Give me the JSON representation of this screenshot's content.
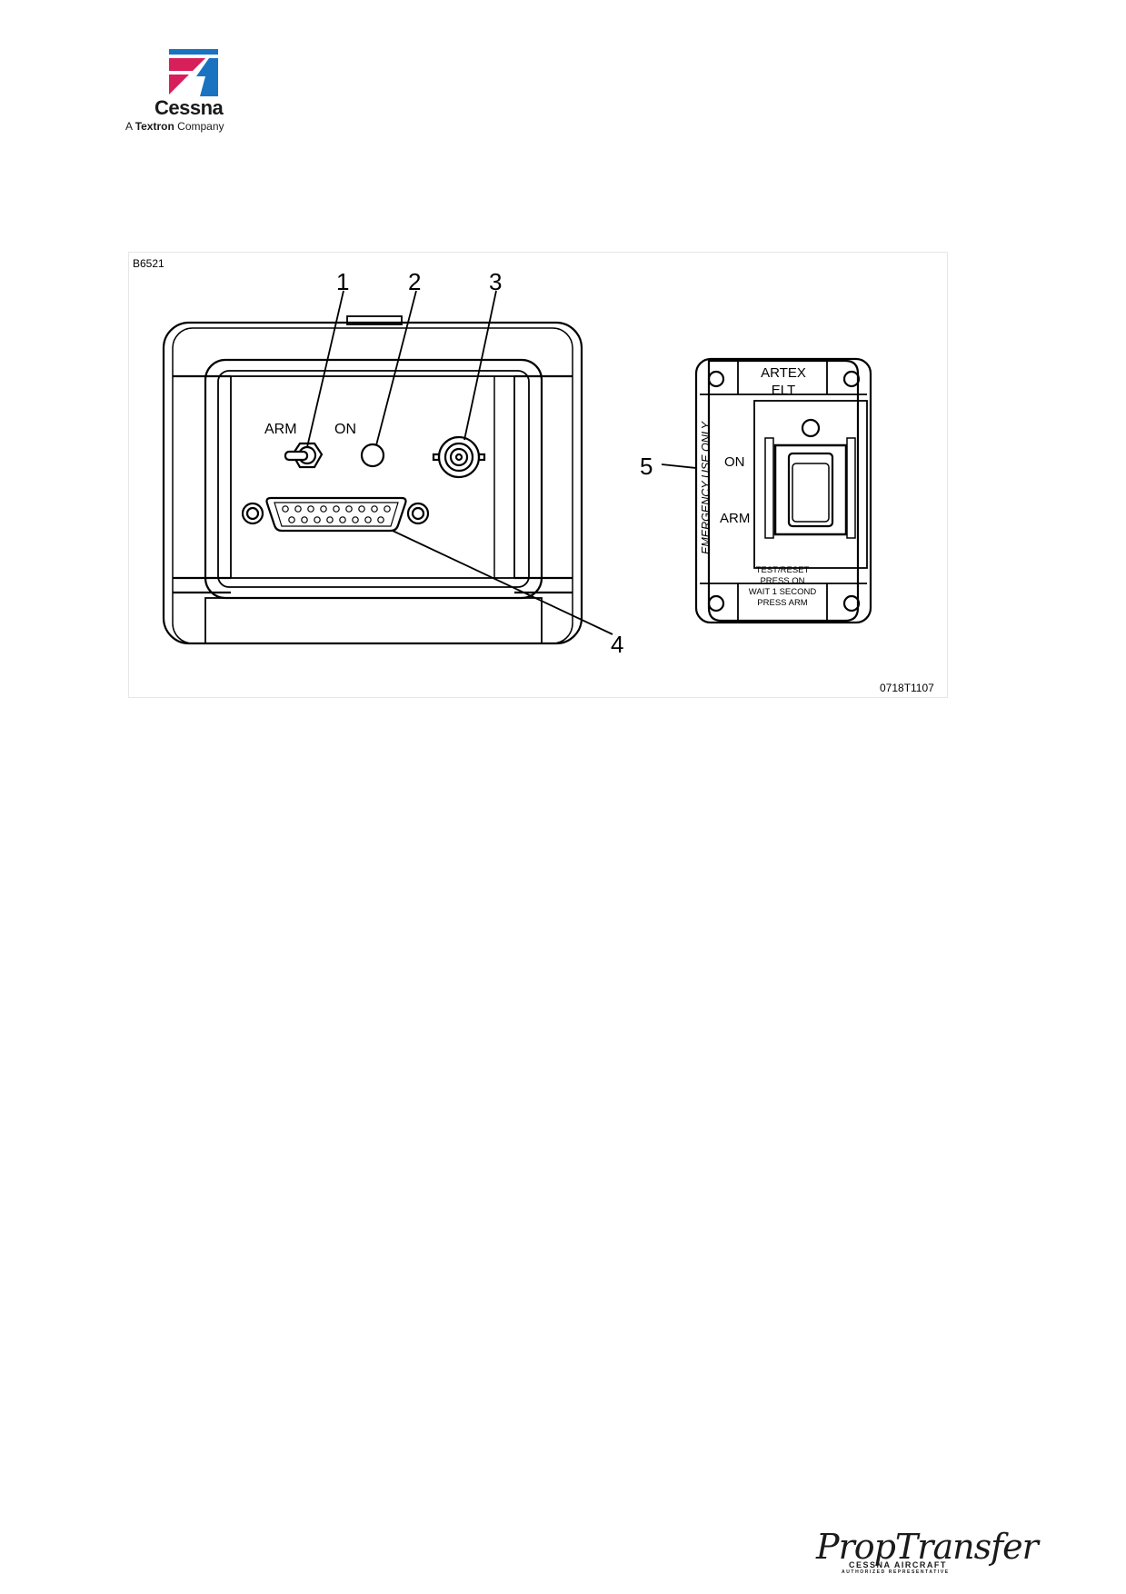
{
  "header": {
    "brand_name": "Cessna",
    "brand_sub_prefix": "A ",
    "brand_sub_bold": "Textron",
    "brand_sub_suffix": " Company",
    "brand_colors": {
      "blue": "#1a73c1",
      "red": "#d71f5a"
    }
  },
  "figure": {
    "figure_id": "B6521",
    "drawing_number": "0718T1107",
    "callouts": [
      "1",
      "2",
      "3",
      "4",
      "5"
    ],
    "transmitter": {
      "arm_label": "ARM",
      "on_label": "ON"
    },
    "remote_switch": {
      "title_line1": "ARTEX",
      "title_line2": "ELT",
      "side_text": "EMERGENCY USE ONLY",
      "on_label": "ON",
      "arm_label": "ARM",
      "instructions": [
        "TEST/RESET",
        "PRESS ON",
        "WAIT 1 SECOND",
        "PRESS ARM"
      ]
    }
  },
  "footer": {
    "brand_script": "PropTransfer",
    "brand_line1": "CESSNA AIRCRAFT",
    "brand_line2": "AUTHORIZED REPRESENTATIVE"
  }
}
